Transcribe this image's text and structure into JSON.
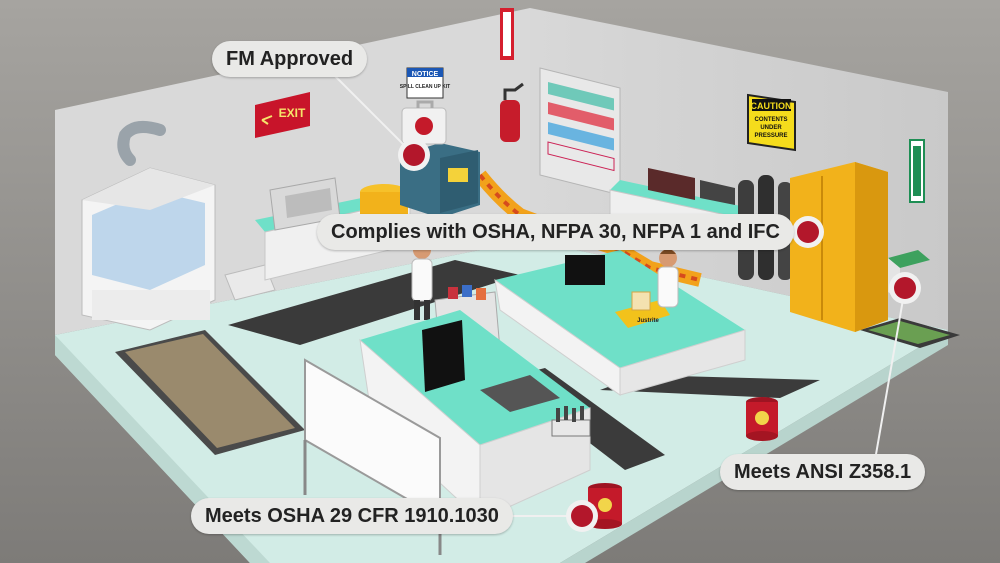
{
  "callouts": {
    "fm": "FM Approved",
    "osha_nfpa": "Complies with OSHA, NFPA 30, NFPA 1 and IFC",
    "ansi": "Meets ANSI Z358.1",
    "osha_cfr": "Meets OSHA 29 CFR 1910.1030"
  },
  "signs": {
    "exit": "EXIT",
    "notice": "NOTICE",
    "notice_sub": "SPILL CLEAN UP KIT",
    "caution": "CAUTION",
    "caution_l1": "CONTENTS",
    "caution_l2": "UNDER",
    "caution_l3": "PRESSURE",
    "tray_brand": "Justrite"
  },
  "colors": {
    "marker_red": "#b3172b",
    "counter_mint": "#6fe0c8",
    "cabinet_yellow": "#f2b21b",
    "cabinet_blue": "#3a6e84",
    "background_gray": "#8f8d89"
  }
}
